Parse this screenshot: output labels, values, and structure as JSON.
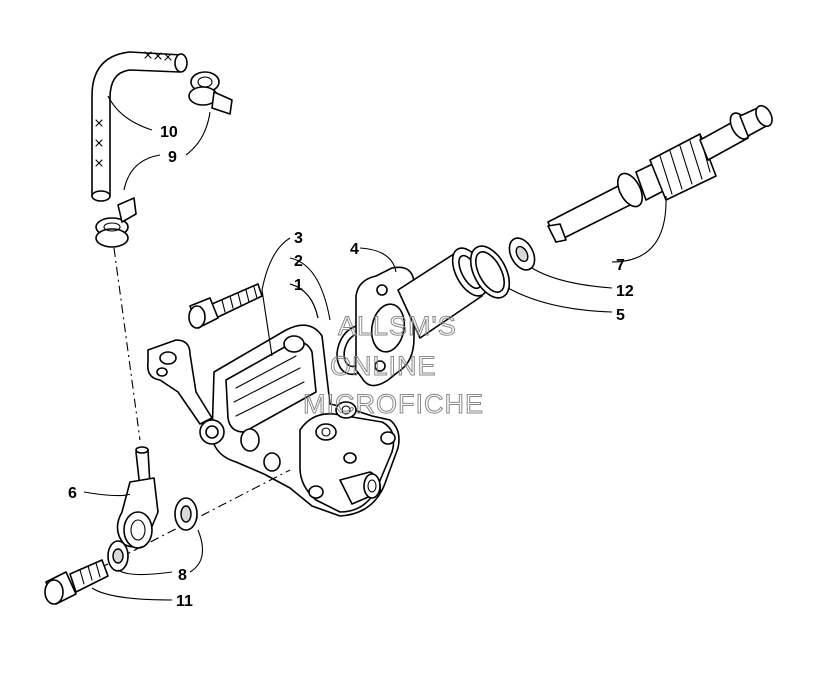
{
  "diagram": {
    "type": "exploded-parts-view",
    "callouts": {
      "c1": "1",
      "c2": "2",
      "c3": "3",
      "c4": "4",
      "c5": "5",
      "c6": "6",
      "c7": "7",
      "c8": "8",
      "c9": "9",
      "c10": "10",
      "c11": "11",
      "c12": "12"
    },
    "watermark": {
      "line1": "ALLSM'S",
      "line2": "ONLINE",
      "line3": "MICROFICHE"
    },
    "colors": {
      "ink": "#000000",
      "watermark": "#8a8a8a",
      "background": "#ffffff"
    }
  }
}
